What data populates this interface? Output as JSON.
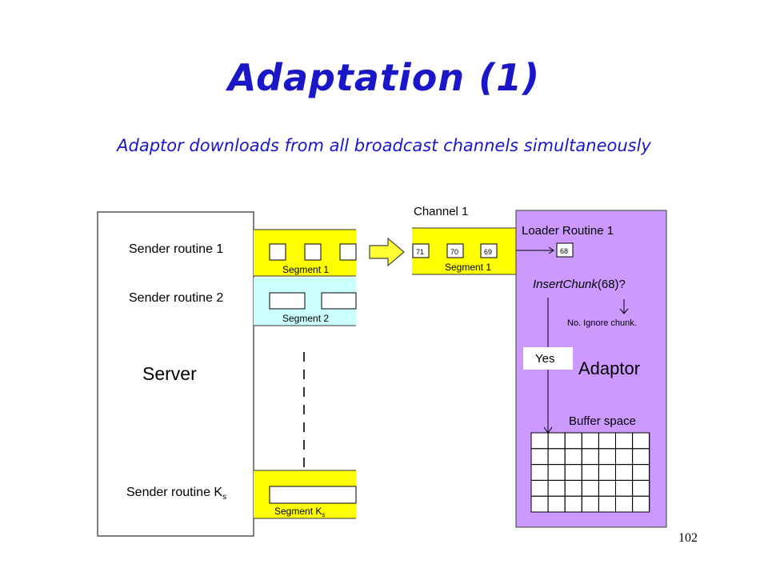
{
  "slide": {
    "title": "Adaptation (1)",
    "subtitle": "Adaptor downloads from all broadcast channels simultaneously",
    "page_number": "102"
  },
  "diagram": {
    "server_label": "Server",
    "sender_routine_1": "Sender routine 1",
    "sender_routine_2": "Sender routine 2",
    "sender_routine_k": "Sender routine K",
    "sender_routine_k_sub": "s",
    "segment_1": "Segment 1",
    "segment_2": "Segment 2",
    "segment_k": "Segment K",
    "segment_k_sub": "s",
    "channel_label": "Channel 1",
    "channel_chunks": [
      "71",
      "70",
      "69"
    ],
    "channel_segment": "Segment 1",
    "loader_routine": "Loader Routine 1",
    "loaded_chunk": "68",
    "insert_call_fn": "InsertChunk",
    "insert_call_args": "(68)?",
    "ignore_text": "No. Ignore chunk.",
    "yes_label": "Yes",
    "adaptor_label": "Adaptor",
    "buffer_label": "Buffer space",
    "colors": {
      "segment_1_fill": "#ffff00",
      "segment_2_fill": "#ccffff",
      "adaptor_fill": "#cc99ff",
      "title_color": "#1a17c9"
    }
  }
}
